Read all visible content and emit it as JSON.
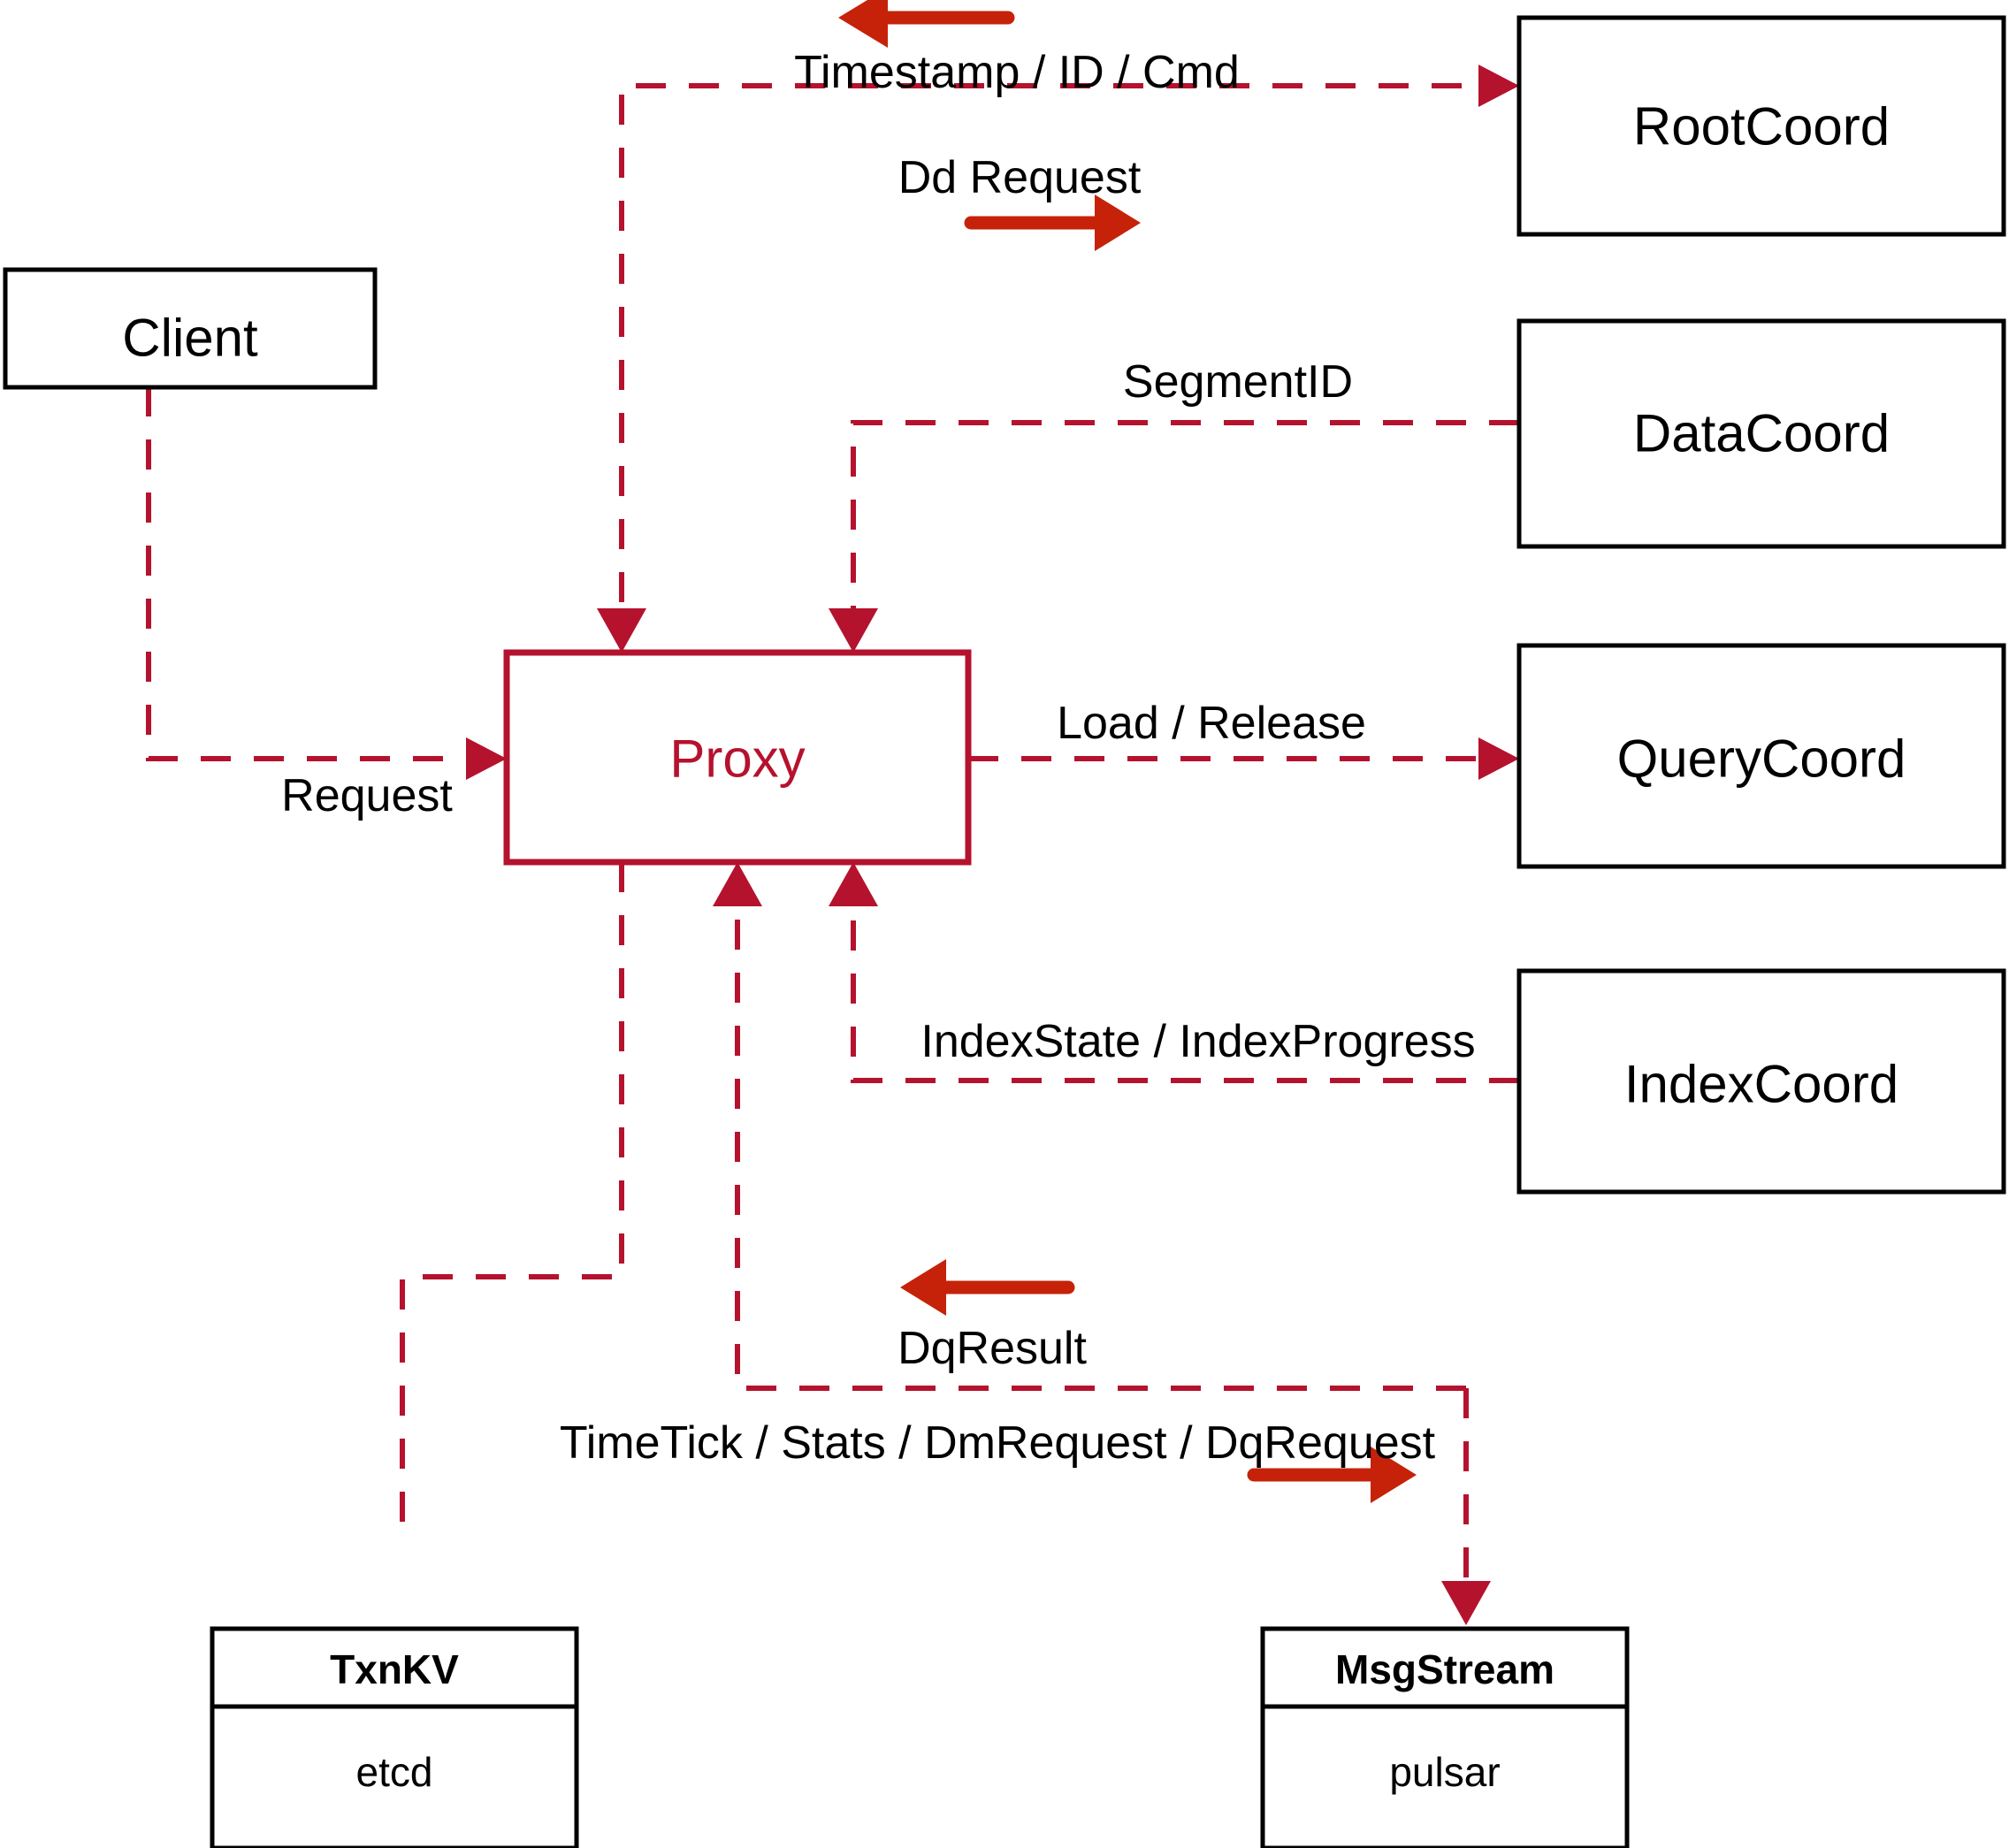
{
  "diagram": {
    "title": "Proxy Architecture Flow",
    "colors": {
      "flow_line": "#B5122E",
      "direction_arrow": "#C62209",
      "node_border": "#000000",
      "proxy_border": "#B5122E",
      "background": "#FFFFFF"
    },
    "nodes": [
      {
        "id": "client",
        "label": "Client"
      },
      {
        "id": "proxy",
        "label": "Proxy"
      },
      {
        "id": "rootcoord",
        "label": "RootCoord"
      },
      {
        "id": "datacoord",
        "label": "DataCoord"
      },
      {
        "id": "querycoord",
        "label": "QueryCoord"
      },
      {
        "id": "indexcoord",
        "label": "IndexCoord"
      },
      {
        "id": "txnkv",
        "label": "TxnKV",
        "sublabel": "etcd"
      },
      {
        "id": "msgstream",
        "label": "MsgStream",
        "sublabel": "pulsar"
      }
    ],
    "edges": [
      {
        "id": "client-request",
        "label": "Request",
        "from": "client",
        "to": "proxy",
        "direction": "right"
      },
      {
        "id": "rootcoord-reply",
        "label": "Timestamp / ID / Cmd",
        "from": "rootcoord",
        "to": "proxy",
        "direction": "left"
      },
      {
        "id": "proxy-dd-request",
        "label": "Dd Request",
        "from": "proxy",
        "to": "rootcoord",
        "direction": "right"
      },
      {
        "id": "datacoord-segmentid",
        "label": "SegmentID",
        "from": "datacoord",
        "to": "proxy",
        "direction": "left"
      },
      {
        "id": "proxy-load-release",
        "label": "Load / Release",
        "from": "proxy",
        "to": "querycoord",
        "direction": "right"
      },
      {
        "id": "indexcoord-state",
        "label": "IndexState / IndexProgress",
        "from": "indexcoord",
        "to": "proxy",
        "direction": "left"
      },
      {
        "id": "msgstream-dqresult",
        "label": "DqResult",
        "from": "msgstream",
        "to": "proxy",
        "direction": "left"
      },
      {
        "id": "proxy-msgstream",
        "label": "TimeTick / Stats / DmRequest / DqRequest",
        "from": "proxy",
        "to": "msgstream",
        "direction": "right"
      },
      {
        "id": "proxy-txnkv",
        "label": "",
        "from": "proxy",
        "to": "txnkv",
        "direction": "down"
      }
    ]
  }
}
